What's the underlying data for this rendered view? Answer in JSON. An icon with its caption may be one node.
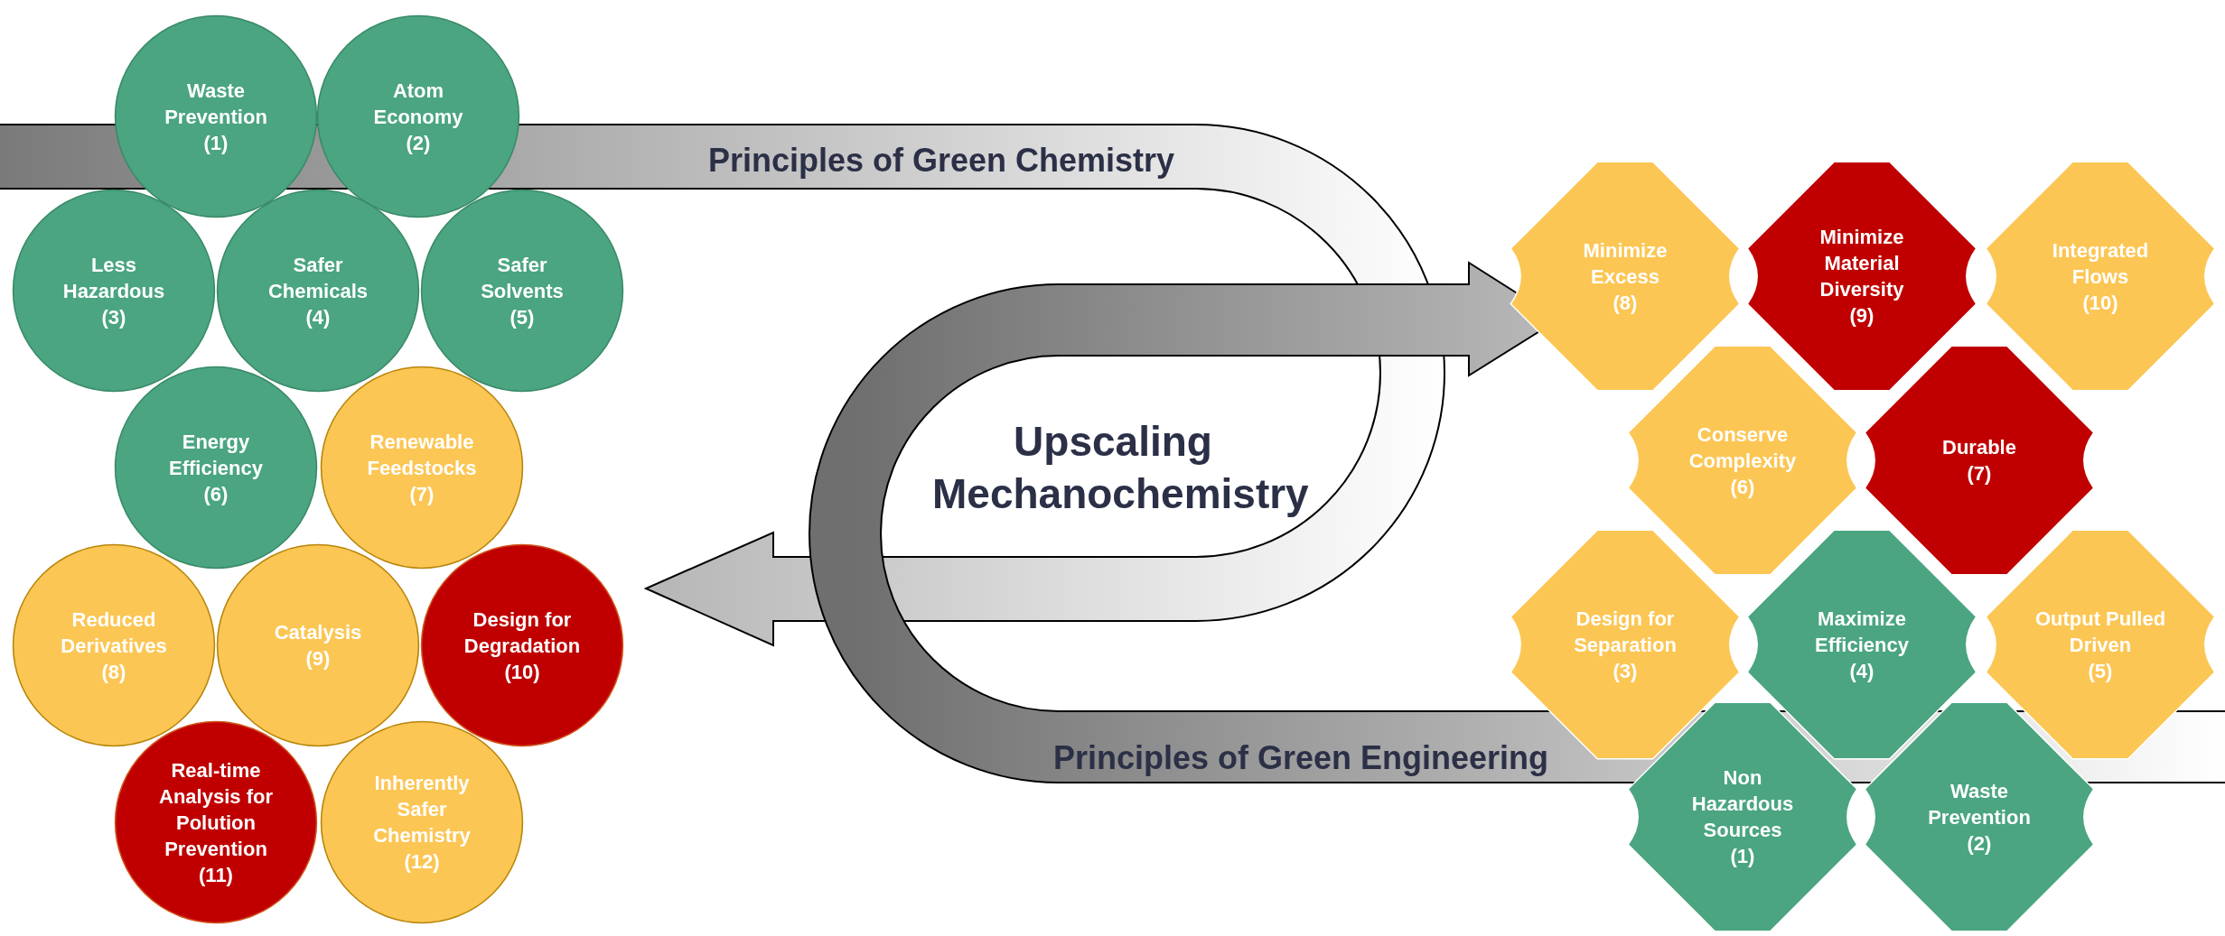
{
  "diagram": {
    "title": "Upscaling Mechanochemistry",
    "nodes": [
      {
        "text": [
          "Waste Prevention",
          "(1)"
        ]
      },
      {
        "text": [
          "Atom Economy",
          "(2)"
        ]
      },
      {
        "text": [
          "Less Hazardous",
          "(3)"
        ]
      },
      {
        "text": [
          "Safer Chemicals",
          "(4)"
        ]
      },
      {
        "text": [
          "Safer Solvents",
          "(5)"
        ]
      },
      {
        "text": [
          "Energy Efficiency",
          "(6)"
        ]
      },
      {
        "text": [
          "Renewable Feedstocks",
          "(7)"
        ]
      },
      {
        "text": [
          "Reduced Derivatives",
          "(8)"
        ]
      },
      {
        "text": [
          "Catalysis",
          "(9)"
        ]
      },
      {
        "text": [
          "Design for Degradation",
          "(10)"
        ]
      },
      {
        "text": [
          "Real-time Analysis for Polution Prevention",
          "(11)"
        ]
      },
      {
        "text": [
          "Inherently Safer Chemistry",
          "(12)"
        ]
      },
      {
        "text": [
          "Minimize Excess",
          "(8)"
        ]
      },
      {
        "text": [
          "Minimize Material Diversity",
          "(9)"
        ]
      },
      {
        "text": [
          "Integrated Flows",
          "(10)"
        ]
      },
      {
        "text": [
          "Conserve Complexity",
          "(6)"
        ]
      },
      {
        "text": [
          "Durable",
          "(7)"
        ]
      },
      {
        "text": [
          "Design for Separation",
          "(3)"
        ]
      },
      {
        "text": [
          "Maximize Efficiency",
          "(4)"
        ]
      },
      {
        "text": [
          "Output Pulled Driven",
          "(5)"
        ]
      },
      {
        "text": [
          "Non Hazardous Sources",
          "(1)"
        ]
      },
      {
        "text": [
          "Waste Prevention",
          "(2)"
        ]
      }
    ],
    "labels": [
      "Principles of Green Chemistry",
      "Principles of Green Engineering"
    ]
  }
}
